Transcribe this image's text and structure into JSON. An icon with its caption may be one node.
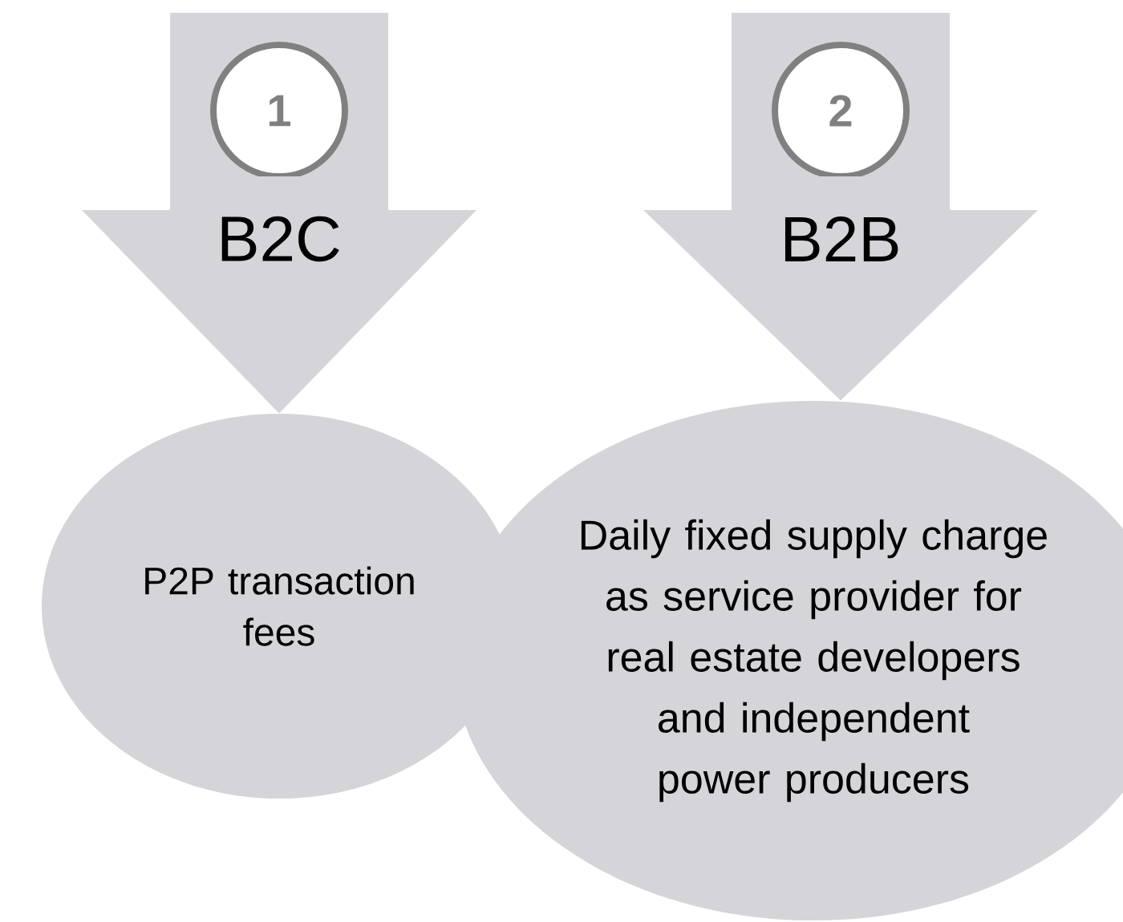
{
  "diagram": {
    "nodes": [
      {
        "text": [
          "1"
        ]
      },
      {
        "text": [
          "P2P transaction fees"
        ]
      },
      {
        "text": [
          "2"
        ]
      },
      {
        "text": [
          "Daily fixed supply charge as service provider for real estate developers and independent power producers"
        ]
      }
    ],
    "edges": [
      {
        "from": 0,
        "to": 1,
        "arrow": "to",
        "label": "B2C"
      },
      {
        "from": 2,
        "to": 3,
        "arrow": "to",
        "label": "B2B"
      }
    ]
  }
}
